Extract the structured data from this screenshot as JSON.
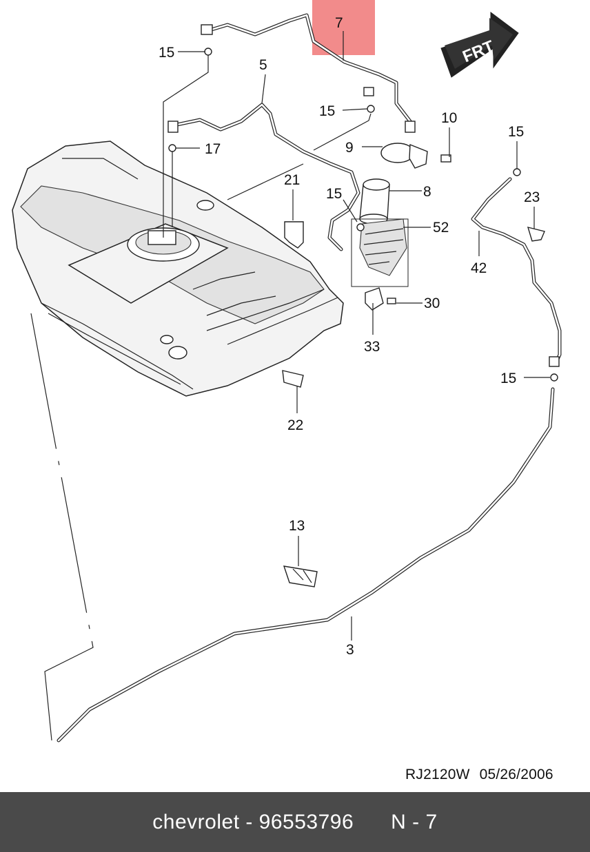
{
  "diagram": {
    "highlight_color": "#f28b8b",
    "frt_label": "FRT",
    "callouts": {
      "c7": "7",
      "c15a": "15",
      "c5": "5",
      "c15b": "15",
      "c10": "10",
      "c17": "17",
      "c9": "9",
      "c15c": "15",
      "c21": "21",
      "c15d": "15",
      "c8": "8",
      "c23": "23",
      "c52": "52",
      "c42": "42",
      "c30": "30",
      "c33": "33",
      "c15e": "15",
      "c22": "22",
      "c13": "13",
      "c3": "3"
    },
    "reference": {
      "code": "RJ2120W",
      "date": "05/26/2006"
    }
  },
  "footer": {
    "brand_part": "chevrolet - 96553796",
    "page": "N - 7"
  }
}
